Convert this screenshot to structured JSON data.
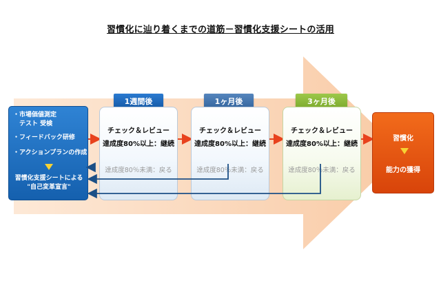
{
  "title": "習慣化に辿り着くまでの道筋－習慣化支援シートの活用",
  "start": {
    "items": [
      "・市場価値測定",
      "　テスト 受検",
      "・フィードバック研修",
      "・アクションプランの作成"
    ],
    "declaration_line1": "習慣化支援シートによる",
    "declaration_line2": "\"自己変革宣言\""
  },
  "stages": [
    {
      "tab": "1週間後",
      "check_review": "チェック＆レビュー",
      "pass": "達成度80%以上：継続",
      "fail": "達成度80％未満：戻る"
    },
    {
      "tab": "1ヶ月後",
      "check_review": "チェック＆レビュー",
      "pass": "達成度80%以上：継続",
      "fail": "達成度80％未満：戻る"
    },
    {
      "tab": "3ヶ月後",
      "check_review": "チェック＆レビュー",
      "pass": "達成度80%以上：継続",
      "fail": "達成度80％未満：戻る"
    }
  ],
  "end": {
    "line1": "習慣化",
    "line2": "能力の獲得"
  },
  "colors": {
    "tab_blue_dark": "#1c64b3",
    "tab_blue_mid": "#3f72ac",
    "tab_green": "#8dba3a",
    "arrow_red": "#e8421d",
    "return_arrow": "#1c4f86",
    "big_arrow": "#fbd6b7",
    "start_box": "#1e6ec2",
    "end_box": "#e65512"
  },
  "icons": [
    "down-triangle-icon",
    "right-arrow-icon",
    "return-arrow-icon"
  ]
}
